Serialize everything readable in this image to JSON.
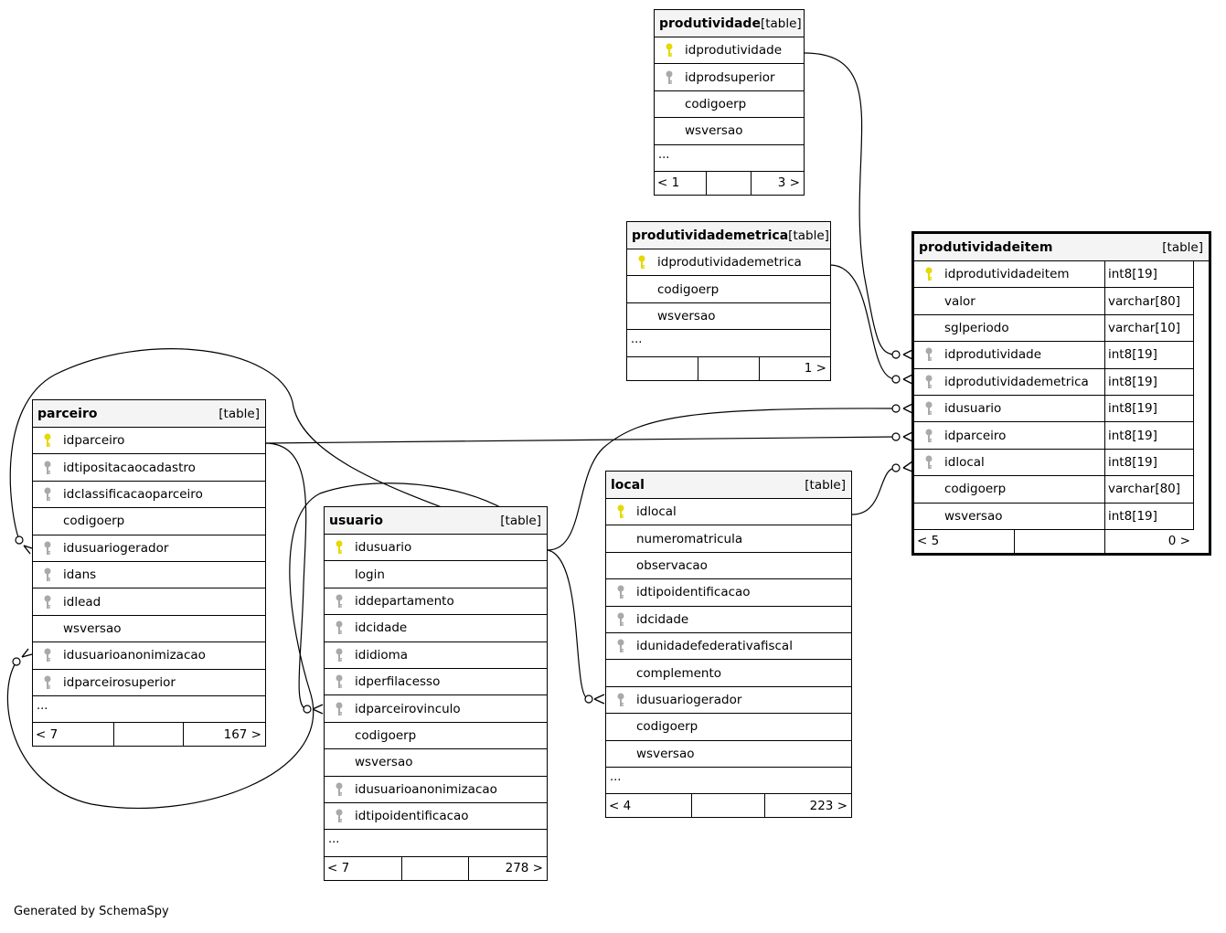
{
  "credit": "Generated by SchemaSpy",
  "colors": {
    "primary_key": "#e6d800",
    "foreign_key": "#a9a9a9",
    "header_bg": "#f4f4f4",
    "line": "#000000"
  },
  "tables": {
    "produtividade": {
      "name": "produtividade",
      "tag": "[table]",
      "columns": [
        {
          "name": "idprodutividade",
          "key": "primary-key"
        },
        {
          "name": "idprodsuperior",
          "key": "foreign-key"
        },
        {
          "name": "codigoerp",
          "key": ""
        },
        {
          "name": "wsversao",
          "key": ""
        }
      ],
      "more": "...",
      "footer": {
        "left": "< 1",
        "right": "3 >"
      }
    },
    "produtividademetrica": {
      "name": "produtividademetrica",
      "tag": "[table]",
      "columns": [
        {
          "name": "idprodutividademetrica",
          "key": "primary-key"
        },
        {
          "name": "codigoerp",
          "key": ""
        },
        {
          "name": "wsversao",
          "key": ""
        }
      ],
      "more": "...",
      "footer": {
        "left": "",
        "right": "1 >"
      }
    },
    "produtividadeitem": {
      "name": "produtividadeitem",
      "tag": "[table]",
      "columns": [
        {
          "name": "idprodutividadeitem",
          "key": "primary-key",
          "type": "int8[19]"
        },
        {
          "name": "valor",
          "key": "",
          "type": "varchar[80]"
        },
        {
          "name": "sglperiodo",
          "key": "",
          "type": "varchar[10]"
        },
        {
          "name": "idprodutividade",
          "key": "foreign-key",
          "type": "int8[19]"
        },
        {
          "name": "idprodutividademetrica",
          "key": "foreign-key",
          "type": "int8[19]"
        },
        {
          "name": "idusuario",
          "key": "foreign-key",
          "type": "int8[19]"
        },
        {
          "name": "idparceiro",
          "key": "foreign-key",
          "type": "int8[19]"
        },
        {
          "name": "idlocal",
          "key": "foreign-key",
          "type": "int8[19]"
        },
        {
          "name": "codigoerp",
          "key": "",
          "type": "varchar[80]"
        },
        {
          "name": "wsversao",
          "key": "",
          "type": "int8[19]"
        }
      ],
      "footer": {
        "left": "< 5",
        "right": "0 >"
      }
    },
    "parceiro": {
      "name": "parceiro",
      "tag": "[table]",
      "columns": [
        {
          "name": "idparceiro",
          "key": "primary-key"
        },
        {
          "name": "idtipositacaocadastro",
          "key": "foreign-key"
        },
        {
          "name": "idclassificacaoparceiro",
          "key": "foreign-key"
        },
        {
          "name": "codigoerp",
          "key": ""
        },
        {
          "name": "idusuariogerador",
          "key": "foreign-key"
        },
        {
          "name": "idans",
          "key": "foreign-key"
        },
        {
          "name": "idlead",
          "key": "foreign-key"
        },
        {
          "name": "wsversao",
          "key": ""
        },
        {
          "name": "idusuarioanonimizacao",
          "key": "foreign-key"
        },
        {
          "name": "idparceirosuperior",
          "key": "foreign-key"
        }
      ],
      "more": "...",
      "footer": {
        "left": "< 7",
        "right": "167 >"
      }
    },
    "usuario": {
      "name": "usuario",
      "tag": "[table]",
      "columns": [
        {
          "name": "idusuario",
          "key": "primary-key"
        },
        {
          "name": "login",
          "key": ""
        },
        {
          "name": "iddepartamento",
          "key": "foreign-key"
        },
        {
          "name": "idcidade",
          "key": "foreign-key"
        },
        {
          "name": "ididioma",
          "key": "foreign-key"
        },
        {
          "name": "idperfilacesso",
          "key": "foreign-key"
        },
        {
          "name": "idparceirovinculo",
          "key": "foreign-key"
        },
        {
          "name": "codigoerp",
          "key": ""
        },
        {
          "name": "wsversao",
          "key": ""
        },
        {
          "name": "idusuarioanonimizacao",
          "key": "foreign-key"
        },
        {
          "name": "idtipoidentificacao",
          "key": "foreign-key"
        }
      ],
      "more": "...",
      "footer": {
        "left": "< 7",
        "right": "278 >"
      }
    },
    "local": {
      "name": "local",
      "tag": "[table]",
      "columns": [
        {
          "name": "idlocal",
          "key": "primary-key"
        },
        {
          "name": "numeromatricula",
          "key": ""
        },
        {
          "name": "observacao",
          "key": ""
        },
        {
          "name": "idtipoidentificacao",
          "key": "foreign-key"
        },
        {
          "name": "idcidade",
          "key": "foreign-key"
        },
        {
          "name": "idunidadefederativafiscal",
          "key": "foreign-key"
        },
        {
          "name": "complemento",
          "key": ""
        },
        {
          "name": "idusuariogerador",
          "key": "foreign-key"
        },
        {
          "name": "codigoerp",
          "key": ""
        },
        {
          "name": "wsversao",
          "key": ""
        }
      ],
      "more": "...",
      "footer": {
        "left": "< 4",
        "right": "223 >"
      }
    }
  }
}
